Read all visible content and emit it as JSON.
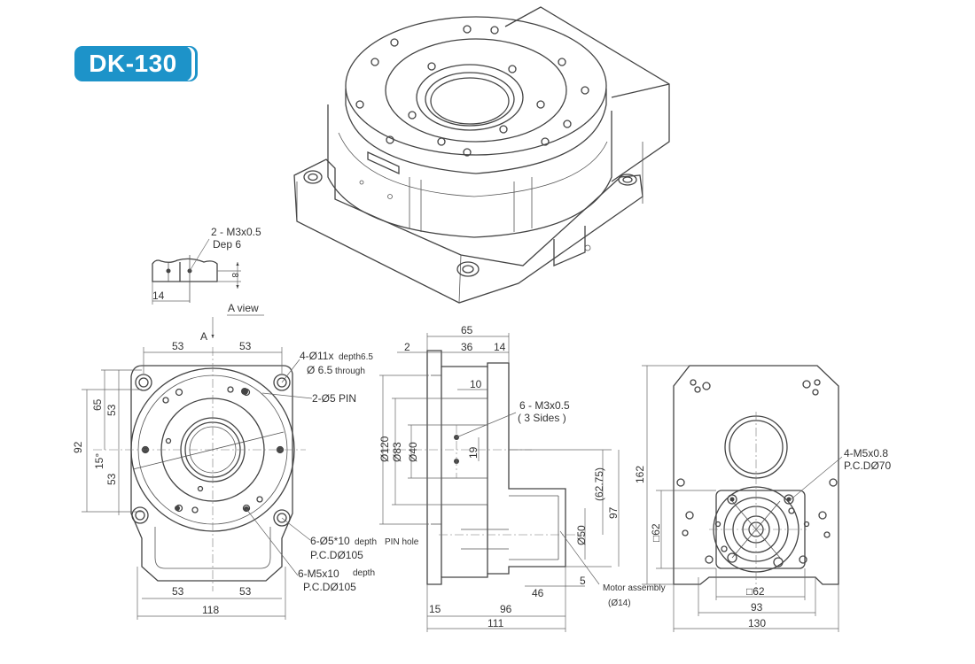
{
  "title": "DK-130",
  "iso_view": {},
  "detail_a": {
    "note_line1": "2 - M3x0.5",
    "note_line2": "Dep 6",
    "dim_width": "14",
    "dim_depth": "8",
    "caption": "A view"
  },
  "front_view": {
    "view_arrow": "A",
    "dim_top_left": "53",
    "dim_top_right": "53",
    "dim_bottom_left": "53",
    "dim_bottom_right": "53",
    "dim_left_65": "65",
    "dim_left_53_upper": "53",
    "dim_left_92": "92",
    "dim_left_53_lower": "53",
    "angle": "15°",
    "dim_bottom_width": "118",
    "note_mount_line1": "4-Ø11x",
    "note_mount_depth": "depth6.5",
    "note_mount_line2": "Ø 6.5",
    "note_mount_through": "through",
    "note_pin": "2-Ø5 PIN",
    "note_pin_holes_line1": "6-Ø5*10",
    "note_pin_holes_depth": "depth",
    "note_pin_holes_label": "PIN hole",
    "note_pin_holes_pcd": "P.C.DØ105",
    "note_tapped_line1": "6-M5x10",
    "note_tapped_depth": "depth",
    "note_tapped_pcd": "P.C.DØ105"
  },
  "side_view": {
    "dim_65": "65",
    "dim_2": "2",
    "dim_36": "36",
    "dim_14": "14",
    "dim_10": "10",
    "dim_d120": "Ø120",
    "dim_d83": "Ø83",
    "dim_d40": "Ø40",
    "dim_19": "19",
    "dim_62_75": "(62.75)",
    "dim_97": "97",
    "dim_d50": "Ø50",
    "dim_46": "46",
    "dim_5": "5",
    "dim_15": "15",
    "dim_96": "96",
    "dim_111": "111",
    "note_holes_line1": "6 - M3x0.5",
    "note_holes_line2": "( 3 Sides )",
    "note_motor_line1": "Motor assembly",
    "note_motor_line2": "(Ø14)"
  },
  "back_view": {
    "dim_162": "162",
    "dim_sq62_vertical": "□62",
    "dim_sq62_horizontal": "□62",
    "dim_93": "93",
    "dim_130": "130",
    "note_motor_holes_line1": "4-M5x0.8",
    "note_motor_holes_line2": "P.C.DØ70"
  }
}
